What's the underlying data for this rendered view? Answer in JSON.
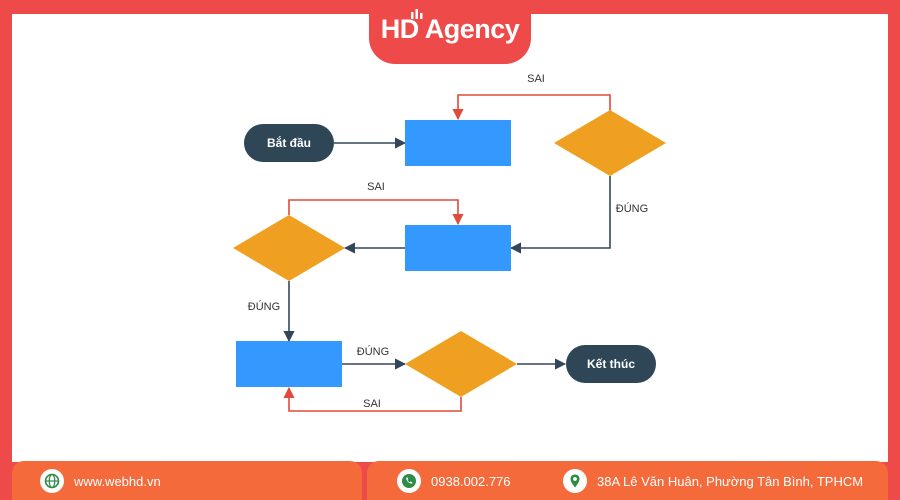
{
  "brand": {
    "logo_hd": "HD",
    "logo_agency": "Agency"
  },
  "flowchart": {
    "start_label": "Bắt đầu",
    "end_label": "Kết thúc",
    "edge_labels": {
      "top_loop_sai": "SAI",
      "right_dung": "ĐÚNG",
      "middle_loop_sai": "SAI",
      "left_dung": "ĐÚNG",
      "bottom_dung": "ĐÚNG",
      "bottom_loop_sai": "SAI"
    }
  },
  "footer": {
    "website": "www.webhd.vn",
    "phone": "0938.002.776",
    "address": "38A Lê Văn Huân, Phường Tân Bình, TPHCM"
  },
  "colors": {
    "brand_red": "#ee4a4a",
    "footer_orange": "#f56a3b",
    "process_blue": "#3399ff",
    "decision_orange": "#f0a020",
    "terminal_navy": "#2e4656",
    "arrow_dark": "#33475b",
    "loop_red": "#e04a3a",
    "icon_green": "#2e8a45"
  }
}
